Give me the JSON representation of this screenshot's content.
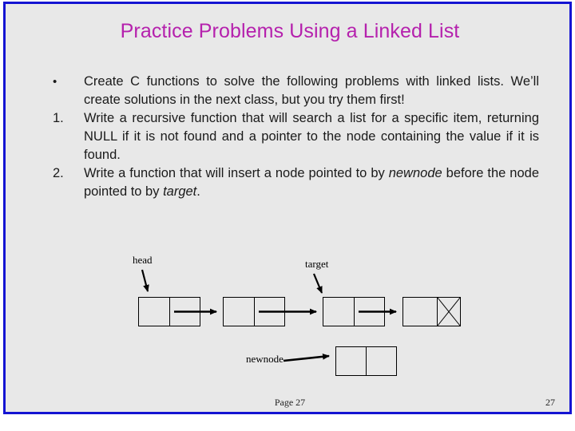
{
  "slide": {
    "title": "Practice Problems Using a Linked List",
    "accent_color": "#b521ad",
    "border_color": "#1414d2",
    "background_color": "#e8e8e8",
    "body": [
      {
        "marker": "•",
        "marker_type": "bullet",
        "text_parts": [
          {
            "text": "Create C functions to solve the following problems with linked lists.  We’ll create solutions in the next class, but you try them first!",
            "style": "normal"
          }
        ]
      },
      {
        "marker": "1.",
        "marker_type": "number",
        "text_parts": [
          {
            "text": "Write a recursive function that will search a list for a specific item, returning NULL if it is not found and a pointer to the node containing the value if it is found.",
            "style": "normal"
          }
        ]
      },
      {
        "marker": "2.",
        "marker_type": "number",
        "text_parts": [
          {
            "text": "Write a function that will insert a node pointed to by ",
            "style": "normal"
          },
          {
            "text": "newnode",
            "style": "italic"
          },
          {
            "text": " before the node pointed to by ",
            "style": "normal"
          },
          {
            "text": "target",
            "style": "italic"
          },
          {
            "text": ".",
            "style": "normal"
          }
        ]
      }
    ],
    "diagram": {
      "labels": {
        "head": "head",
        "target": "target",
        "newnode": "newnode"
      },
      "node_count": 4,
      "null_node_index": 3,
      "new_node_cells": 2,
      "stroke_color": "#000000"
    },
    "footer": {
      "page_label": "Page 27",
      "page_number": "27"
    }
  }
}
